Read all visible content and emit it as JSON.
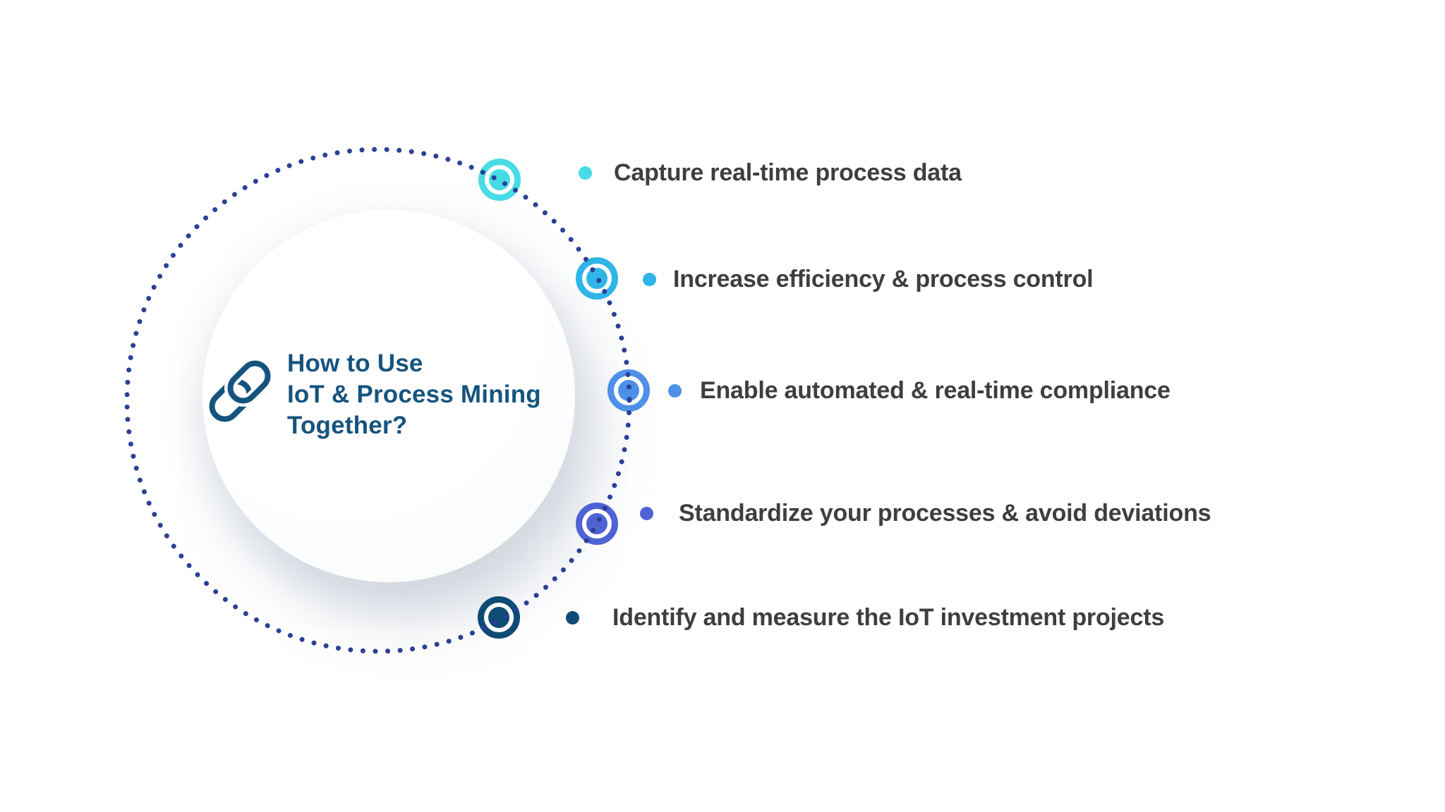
{
  "title": {
    "lines": [
      "How to Use",
      "IoT & Process Mining",
      "Together?"
    ],
    "color": "#15547E"
  },
  "icon": {
    "name": "chain-link",
    "color": "#15547E"
  },
  "ring_dot_color": "#2B3F94",
  "text_color": "#3E3E3E",
  "items": [
    {
      "label": "Capture real-time process data",
      "color": "#47DCE5"
    },
    {
      "label": "Increase efficiency & process control",
      "color": "#2FB5E8"
    },
    {
      "label": "Enable automated & real-time compliance",
      "color": "#4E90E8"
    },
    {
      "label": "Standardize your processes & avoid deviations",
      "color": "#4F63D4"
    },
    {
      "label": "Identify and measure the IoT investment projects",
      "color": "#0E4B75"
    }
  ]
}
